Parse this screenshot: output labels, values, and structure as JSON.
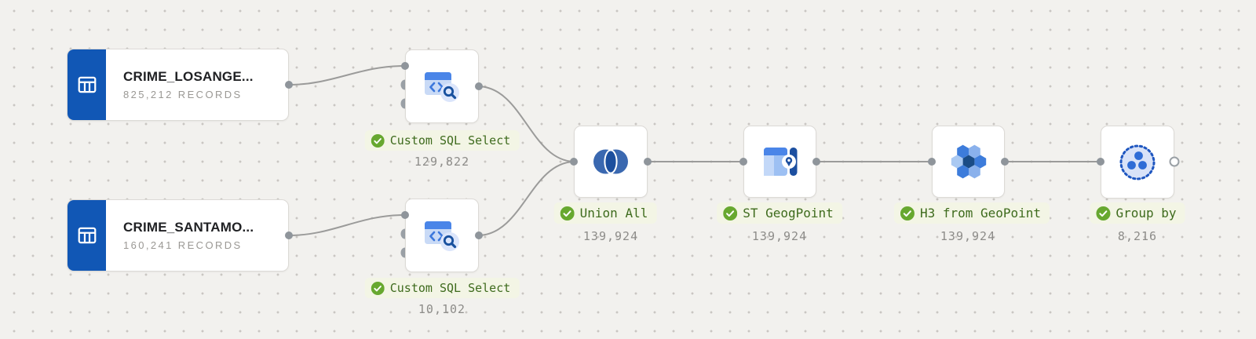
{
  "app": {
    "view": "data-pipeline-canvas",
    "status_all": "success"
  },
  "colors": {
    "canvas_bg": "#f2f1ee",
    "grid_dot": "#c9c6c2",
    "source_tab_blue": "#1157b5",
    "edge_gray": "#9b9b9a",
    "port_gray": "#8f959b",
    "pill_bg": "#f3f5e5",
    "pill_text_green": "#3e6b1d",
    "check_green": "#67a82f",
    "count_gray": "#8d8c89",
    "icon_blue_mid": "#3d7cdb",
    "icon_blue_dark": "#1a4c86",
    "icon_blue_light": "#c9daf6"
  },
  "nodes": {
    "source1": {
      "type": "table-source",
      "title": "CRIME_LOSANGE...",
      "records": "825,212 RECORDS"
    },
    "source2": {
      "type": "table-source",
      "title": "CRIME_SANTAMO...",
      "records": "160,241 RECORDS"
    },
    "sql1": {
      "type": "custom-sql-select",
      "label": "Custom SQL Select",
      "count": "129,822",
      "status": "success"
    },
    "sql2": {
      "type": "custom-sql-select",
      "label": "Custom SQL Select",
      "count": "10,102",
      "status": "success"
    },
    "union": {
      "type": "union-all",
      "label": "Union All",
      "count": "139,924",
      "status": "success"
    },
    "stgeog": {
      "type": "st-geogpoint",
      "label": "ST GeogPoint",
      "count": "139,924",
      "status": "success"
    },
    "h3": {
      "type": "h3-from-geopoint",
      "label": "H3 from GeoPoint",
      "count": "139,924",
      "status": "success"
    },
    "groupby": {
      "type": "group-by",
      "label": "Group by",
      "count": "8,216",
      "status": "success"
    }
  },
  "connections": [
    {
      "from": "source1",
      "to": "sql1"
    },
    {
      "from": "source2",
      "to": "sql2"
    },
    {
      "from": "sql1",
      "to": "union"
    },
    {
      "from": "sql2",
      "to": "union"
    },
    {
      "from": "union",
      "to": "stgeog"
    },
    {
      "from": "stgeog",
      "to": "h3"
    },
    {
      "from": "h3",
      "to": "groupby"
    }
  ]
}
